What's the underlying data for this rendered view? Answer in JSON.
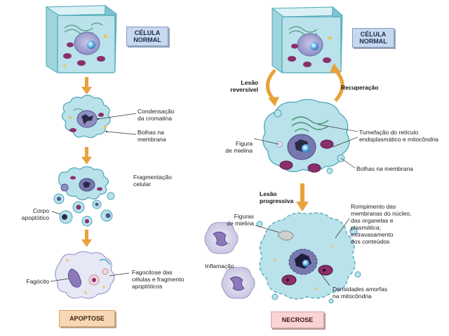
{
  "left": {
    "normal_box": "CÉLULA\nNORMAL",
    "chromatin": "Condensação\nda cromatina",
    "blebs": "Bolhas na\nmembrana",
    "fragmentation": "Fragmentação\ncelular",
    "apoptotic_body": "Corpo\napoptótico",
    "phagocyte": "Fagócito",
    "phagocytosis": "Fagocitose das\ncélulas e fragmento\napoptóticos",
    "result_box": "APOPTOSE"
  },
  "right": {
    "normal_box": "CÉLULA\nNORMAL",
    "reversible": "Lesão\nreversível",
    "recovery": "Recuperação",
    "myelin_figure": "Figura\nde mielina",
    "swelling": "Tumefação do retículo\nendoplasmático e mitocôndria",
    "membrane_blebs": "Bolhas na membrana",
    "progressive": "Lesão\nprogressiva",
    "myelin_figures": "Figuras\nde mielina",
    "rupture": "Rompimento das\nmembranas do núcleo,\ndas organelas e\nplasmática;\nextravasamento\ndos conteúdos",
    "inflammation": "Inflamação",
    "densities": "Densidades amorfas\nna mitocôndria",
    "result_box": "NECROSE"
  },
  "colors": {
    "cell_fill": "#b9e2ea",
    "cell_edge": "#4aa6b8",
    "nucleus": "#9a9acb",
    "mitochondria": "#8a2f6c",
    "arrow": "#e8a23a",
    "apoptosis_box": "#f8d8b4",
    "necrosis_box": "#f8d4d2",
    "normal_box": "#c8d8ee"
  }
}
